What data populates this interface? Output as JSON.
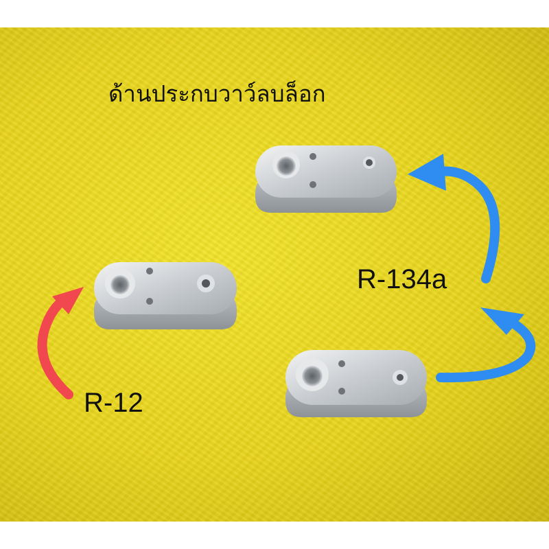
{
  "photo": {
    "caption": "ด้านประกบวาว์ลบล็อก",
    "labels": {
      "r12": "R-12",
      "r134a": "R-134a"
    },
    "colors": {
      "background_yellow": "#ead81e",
      "arrow_red": "#f0484e",
      "arrow_blue": "#2f8df2",
      "metal": "#c8ccd0"
    }
  }
}
